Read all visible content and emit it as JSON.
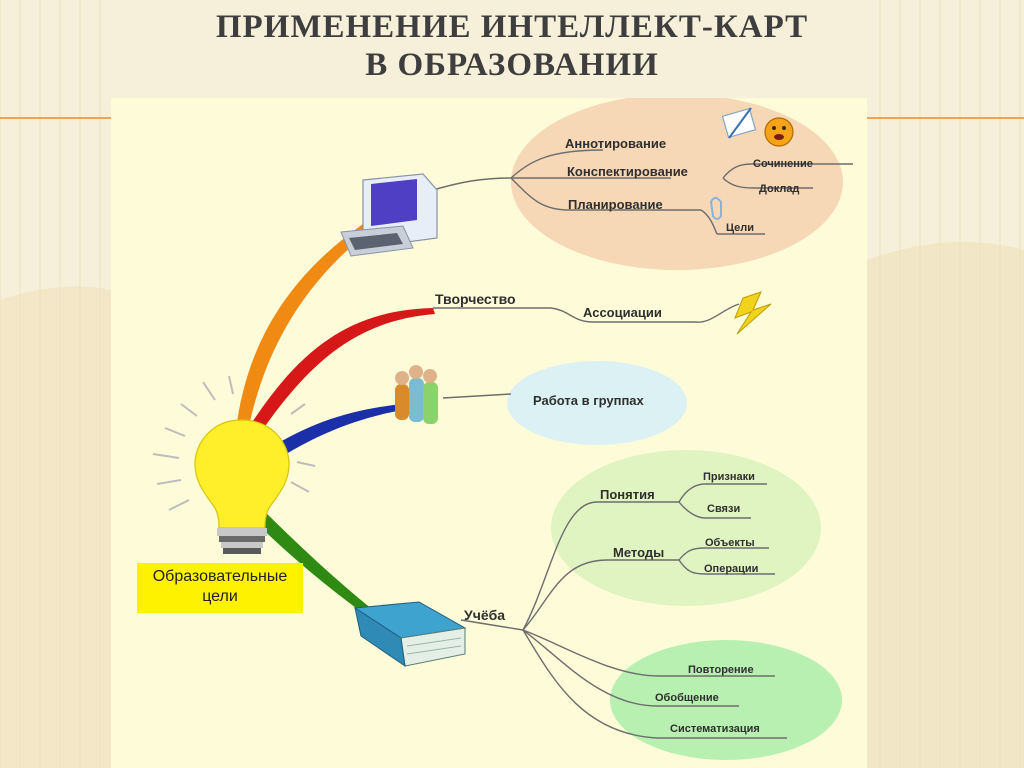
{
  "slide": {
    "title_line1": "ПРИМЕНЕНИЕ ИНТЕЛЛЕКТ-КАРТ",
    "title_line2": "В ОБРАЗОВАНИИ"
  },
  "mindmap": {
    "center": "Образовательные цели",
    "annotation_group": {
      "annotation": "Аннотирование",
      "notes": "Конспектирование",
      "essay": "Сочинение",
      "report": "Доклад",
      "planning": "Планирование",
      "goals": "Цели"
    },
    "creativity": {
      "label": "Творчество",
      "associations": "Ассоциации"
    },
    "groups": {
      "label": "Работа в группах"
    },
    "study": {
      "label": "Учёба",
      "concepts": "Понятия",
      "features": "Признаки",
      "links": "Связи",
      "methods": "Методы",
      "objects": "Объекты",
      "operations": "Операции",
      "repetition": "Повторение",
      "generalization": "Обобщение",
      "systematization": "Систематизация"
    }
  },
  "colors": {
    "background": "#f6efd9",
    "panel": "#fdfbd8",
    "orange_ellipse": "#f6d8b6",
    "blue_ellipse": "#dcf1f3",
    "green_ellipse": "#dff4c0",
    "bulb": "#ffef2a",
    "branch_orange": "#f08a12",
    "branch_red": "#d61818",
    "branch_blue": "#1a2fa8",
    "branch_green": "#2e8a12"
  }
}
